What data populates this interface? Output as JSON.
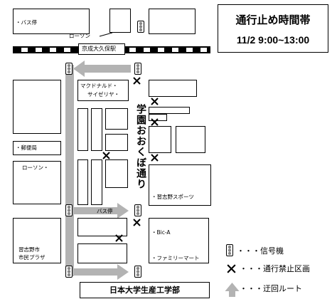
{
  "title": {
    "heading": "通行止め時間帯",
    "time": "11/2 9:00~13:00"
  },
  "road_name": "学園おおくぼ通り",
  "station_label": "京成大久保駅",
  "places": {
    "bus_stop_top": "・バス停",
    "lawson_top": "ローソン",
    "mcdonalds": "マクドナルド・",
    "saizeriya": "サイゼリヤ・",
    "post_office": "・郵便局",
    "lawson_mid": "ローソン・",
    "narashino_sports": "・習志野スポーツ",
    "bus_stop_mid": "バス停",
    "bic_a": "・Bic-A",
    "family_mart": "・ファミリーマート",
    "city_hall_line1": "習志野市",
    "city_hall_line2": "市民プラザ",
    "nihon_univ": "日本大学生産工学部"
  },
  "legend": {
    "signal": "・・・信号機",
    "closed": "・・・通行禁止区画",
    "detour": "・・・迂回ルート"
  },
  "colors": {
    "detour": "#b3b3b3",
    "rail_dark": "#000000",
    "rail_light": "#ffffff"
  },
  "icons": [
    "traffic-signal-icon",
    "closure-x-icon",
    "detour-arrow-icon"
  ]
}
